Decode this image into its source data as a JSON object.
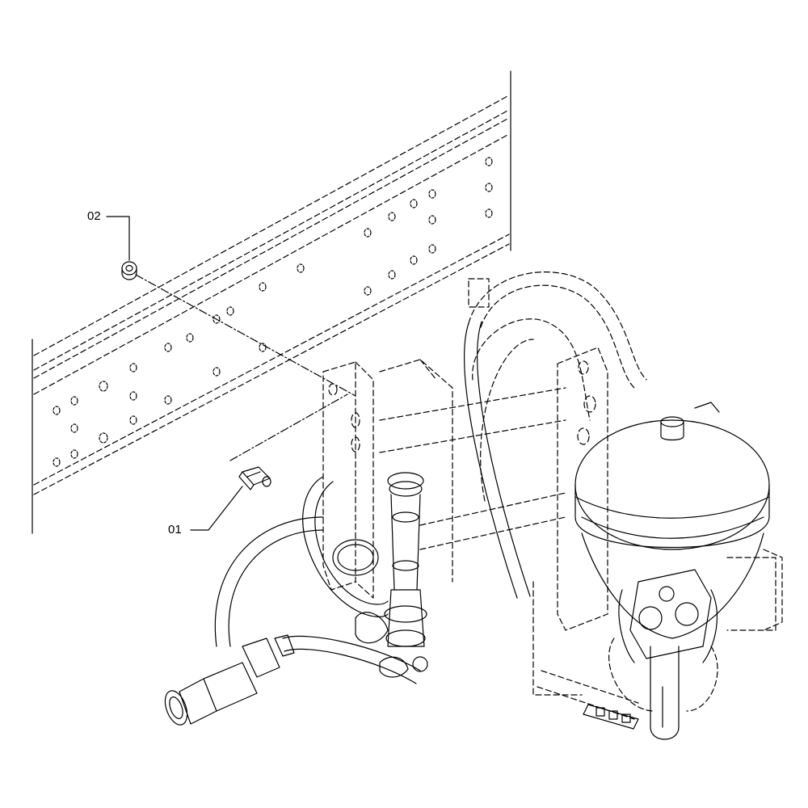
{
  "callouts": [
    {
      "id": "02",
      "label": "02",
      "part": "nut-washer"
    },
    {
      "id": "01",
      "label": "01",
      "part": "flange-bolt"
    }
  ],
  "colors": {
    "line": "#000000",
    "background": "#ffffff"
  }
}
